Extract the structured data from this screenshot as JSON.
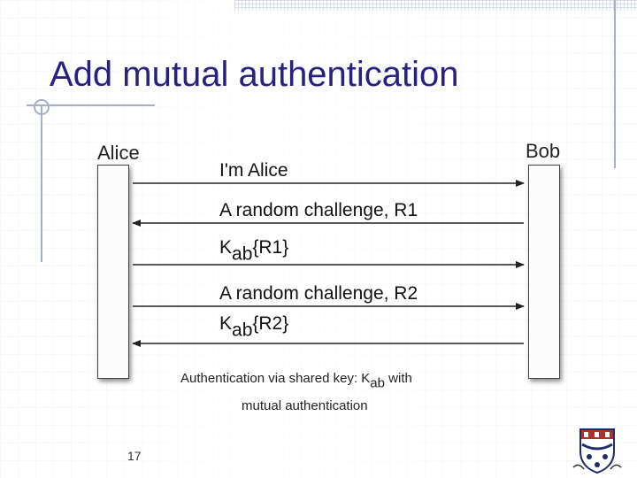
{
  "slide": {
    "title": "Add mutual authentication",
    "page_number": "17"
  },
  "diagram": {
    "actors": {
      "left": "Alice",
      "right": "Bob"
    },
    "messages": [
      {
        "text": "I'm Alice",
        "direction": "right"
      },
      {
        "text": "A random challenge, R1",
        "direction": "left"
      },
      {
        "key_prefix": "K",
        "key_subscript": "ab",
        "key_suffix": "{R1}",
        "direction": "right"
      },
      {
        "text": "A random challenge, R2",
        "direction": "right"
      },
      {
        "key_prefix": "K",
        "key_subscript": "ab",
        "key_suffix": "{R2}",
        "direction": "left"
      }
    ],
    "caption": {
      "prefix": "Authentication via shared key: K",
      "subscript": "ab",
      "suffix": " with",
      "line2": "mutual authentication"
    }
  },
  "colors": {
    "title": "#2a2080",
    "decor": "#a6afc9",
    "logo_red": "#b0302a",
    "logo_blue": "#1f2c6b"
  },
  "icons": {
    "logo": "university-shield-icon"
  }
}
